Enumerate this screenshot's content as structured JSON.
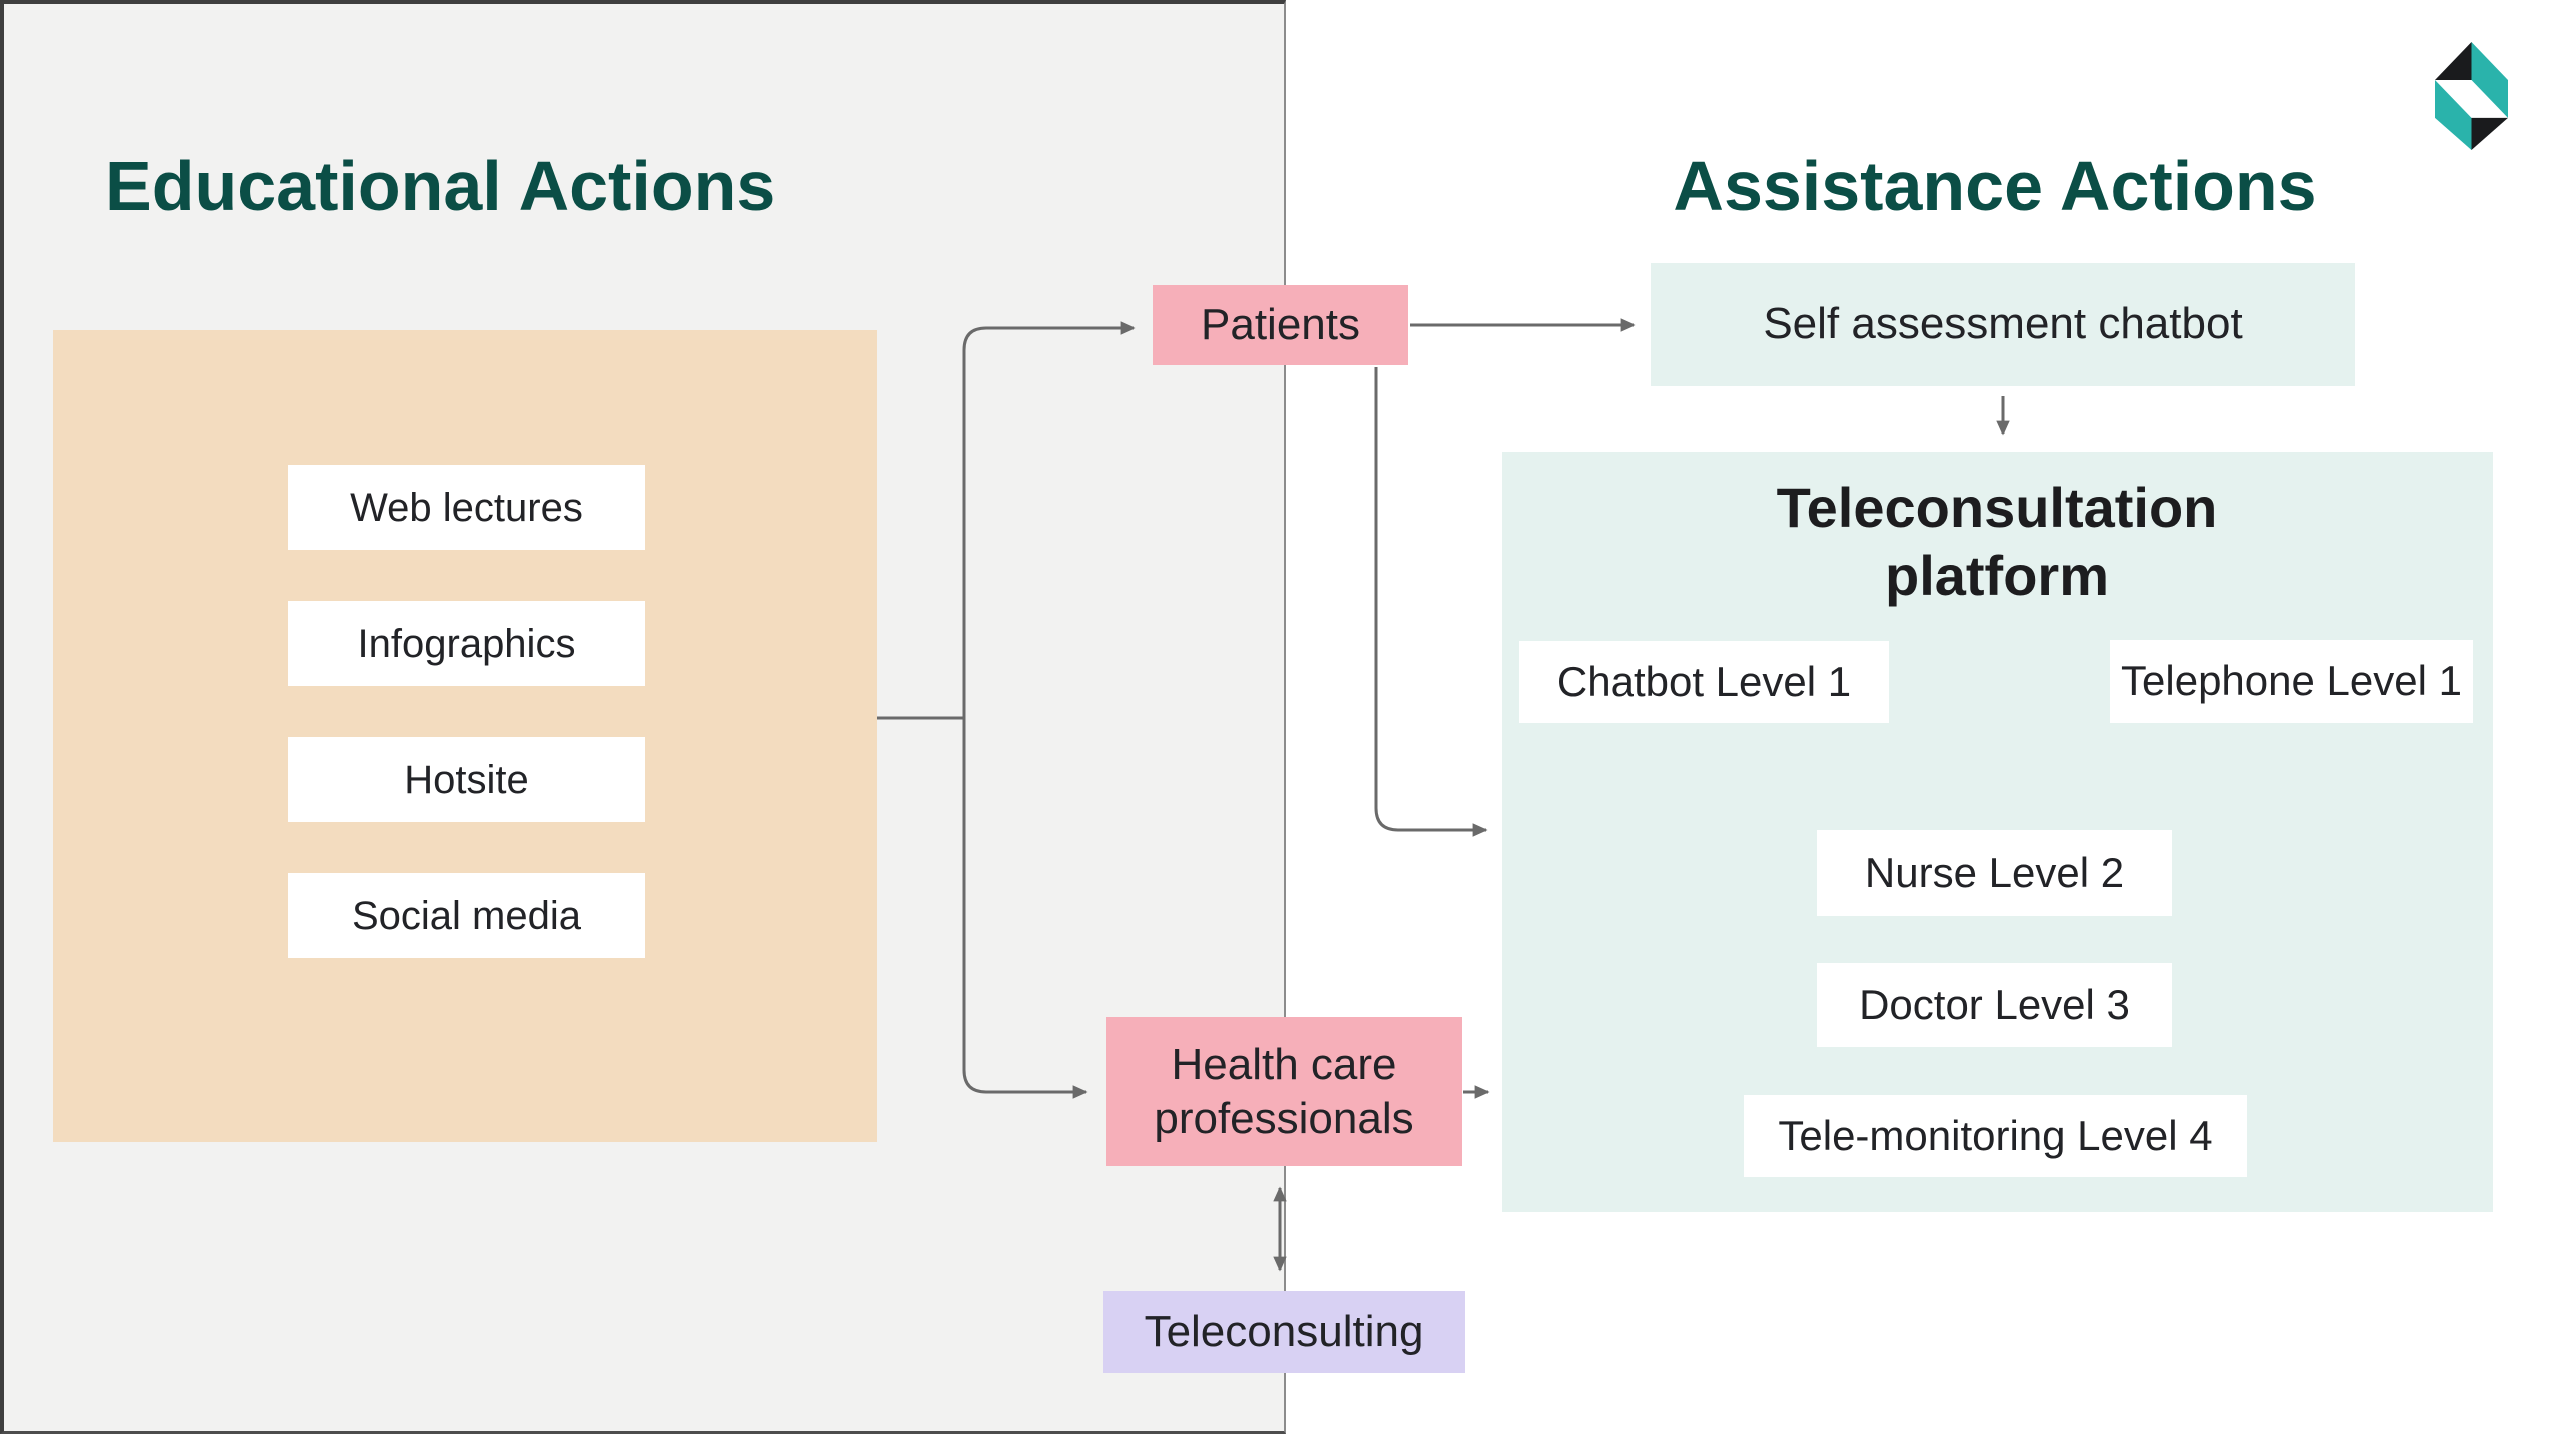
{
  "left_panel": {
    "title": "Educational Actions",
    "items": [
      "Web lectures",
      "Infographics",
      "Hotsite",
      "Social media"
    ]
  },
  "right_section": {
    "title": "Assistance Actions"
  },
  "nodes": {
    "patients": "Patients",
    "self_assessment_chatbot": "Self assessment chatbot",
    "teleconsultation_platform": "Teleconsultation platform",
    "chatbot_level1": "Chatbot Level 1",
    "telephone_level1": "Telephone Level 1",
    "nurse_level2": "Nurse Level 2",
    "doctor_level3": "Doctor Level 3",
    "tele_monitoring_level4": "Tele-monitoring Level 4",
    "health_care_professionals": "Health care professionals",
    "teleconsulting": "Teleconsulting"
  },
  "colors": {
    "title_teal": "#0b4e46",
    "panel_gray": "#f2f2f1",
    "tan": "#f3dcbf",
    "pink": "#f6afb9",
    "mint": "#e5f2ef",
    "lavender": "#d8d1f3",
    "arrow_gray": "#6a6a6a",
    "text_dark": "#222327",
    "logo_teal": "#2ab3ab",
    "logo_black": "#1a1b1d"
  },
  "logo": {
    "name": "hexagon-brand-mark"
  }
}
